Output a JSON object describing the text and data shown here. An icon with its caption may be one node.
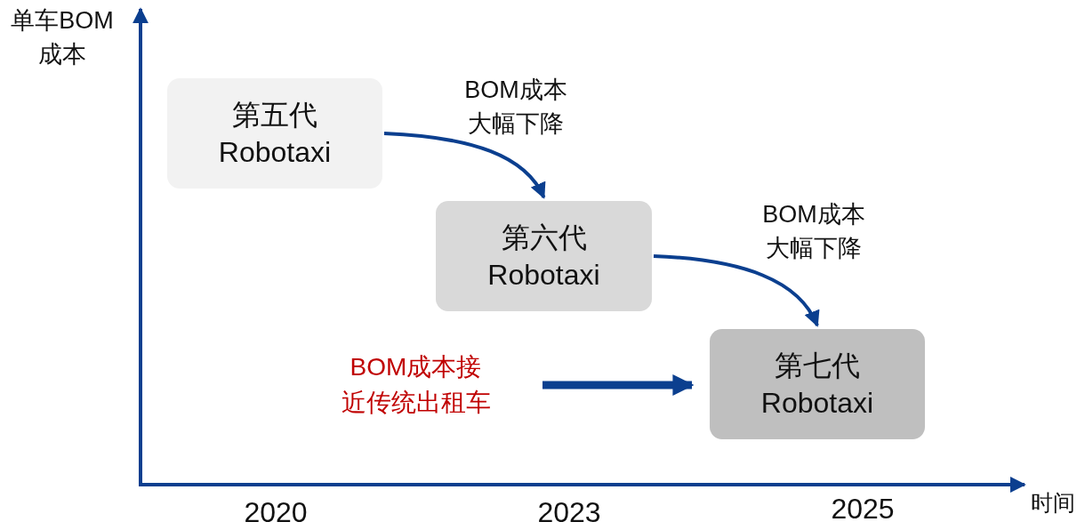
{
  "diagram": {
    "nodes": [
      {
        "text": [
          "第五代 Robotaxi"
        ]
      },
      {
        "text": [
          "第六代 Robotaxi"
        ]
      },
      {
        "text": [
          "第七代 Robotaxi"
        ]
      },
      {
        "text": [
          "BOM成本接近传统出租车"
        ]
      }
    ],
    "edges": [
      {
        "from": 0,
        "to": 1,
        "arrow": "to",
        "label": "BOM成本大幅下降"
      },
      {
        "from": 1,
        "to": 2,
        "arrow": "to",
        "label": "BOM成本大幅下降"
      },
      {
        "from": 3,
        "to": 2,
        "arrow": "to",
        "style": "thick"
      }
    ],
    "labels": [
      "单车BOM成本",
      "2020",
      "2023",
      "2025",
      "时间"
    ]
  }
}
